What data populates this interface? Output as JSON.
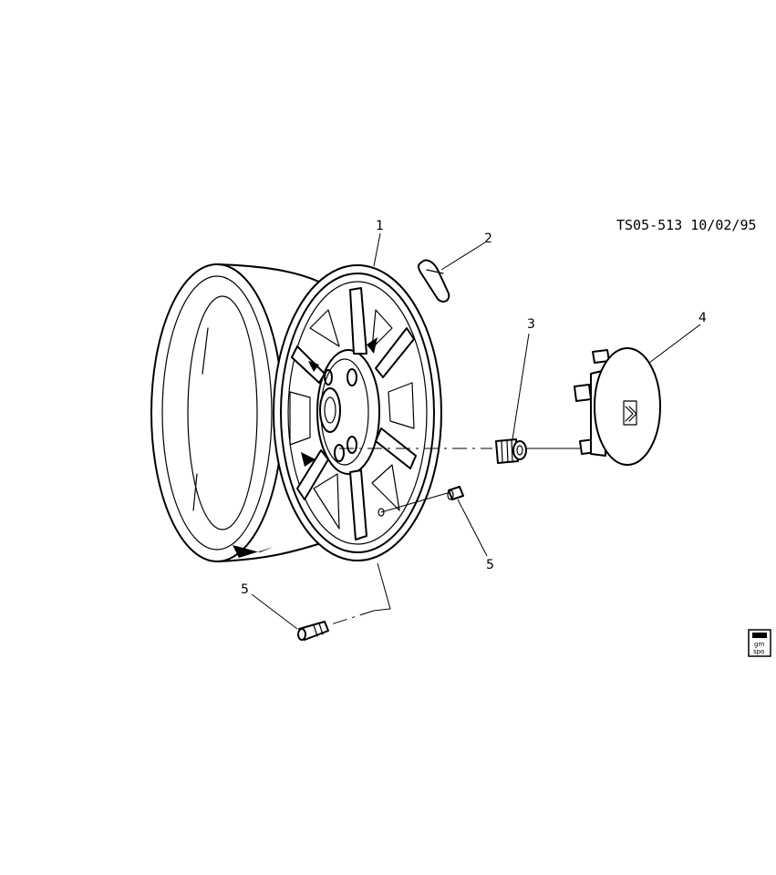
{
  "header": {
    "drawing_id": "TS05-513 10/02/95"
  },
  "callouts": [
    {
      "label": "1"
    },
    {
      "label": "2"
    },
    {
      "label": "3"
    },
    {
      "label": "4"
    },
    {
      "label": "5"
    },
    {
      "label": "5"
    }
  ],
  "badge": {
    "line1": "gm",
    "line2": "spo"
  },
  "icons": {
    "wheel": "wheel-icon",
    "weight": "balance-weight-icon",
    "lug_nut": "lug-nut-icon",
    "center_cap": "center-cap-icon",
    "valve_stem": "valve-stem-icon",
    "emblem": "gm-emblem-icon"
  }
}
